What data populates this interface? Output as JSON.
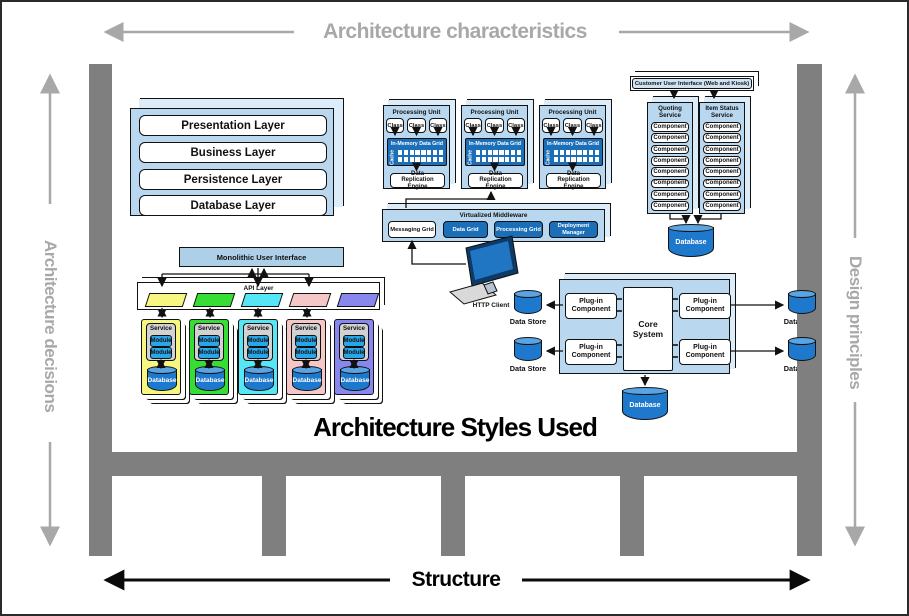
{
  "frame": {
    "top": "Architecture characteristics",
    "left": "Architecture decisions",
    "right": "Design principles",
    "bottom": "Structure",
    "title": "Architecture Styles Used"
  },
  "colors": {
    "panel_blue": "#b9d7ee",
    "dark_blue": "#1b6fb8",
    "cylinder_blue": "#1e78cc",
    "module_blue": "#2aa6e8",
    "ui_bar_blue": "#aecfe8",
    "structure_gray": "#7f7f7f",
    "frame_gray": "#a8a8a8"
  },
  "layered": {
    "layers": [
      "Presentation Layer",
      "Business Layer",
      "Persistence Layer",
      "Database Layer"
    ]
  },
  "space_based": {
    "unit_titles": [
      "Processing Unit",
      "Processing Unit",
      "Processing Unit"
    ],
    "class_labels": [
      "Class",
      "Class",
      "Class"
    ],
    "grid_title": "In-Memory Data Grid",
    "cache_label": "Cache",
    "cache_cells": [
      "",
      "",
      "",
      "",
      "",
      "",
      "",
      "",
      "",
      "",
      "",
      "",
      "",
      "",
      "",
      ""
    ],
    "engine_label": "Data Replication Engine",
    "middleware_title": "Virtualized Middleware",
    "middleware_boxes": [
      "Messaging Grid",
      "Data Grid",
      "Processing Grid",
      "Deployment Manager"
    ],
    "http_client_label": "HTTP Client"
  },
  "microservices": {
    "ui_label": "Monolithic User Interface",
    "api_label": "API Layer",
    "service_label": "Service",
    "module_label": "Module",
    "database_label": "Database",
    "service_colors": [
      "#f6f680",
      "#35dd35",
      "#57e6f6",
      "#f6c7c7",
      "#8787ee"
    ]
  },
  "service_based": {
    "ui_label": "Customer User Interface (Web and Kiosk)",
    "services": [
      {
        "title": "Quoting Service",
        "components": [
          "Component",
          "Component",
          "Component",
          "Component",
          "Component",
          "Component",
          "Component",
          "Component"
        ]
      },
      {
        "title": "Item Status Service",
        "components": [
          "Component",
          "Component",
          "Component",
          "Component",
          "Component",
          "Component",
          "Component",
          "Component"
        ]
      }
    ],
    "database_label": "Database"
  },
  "microkernel": {
    "core_label": "Core System",
    "plugin_label": "Plug-in Component",
    "datastore_label": "Data Store",
    "database_label": "Database"
  }
}
